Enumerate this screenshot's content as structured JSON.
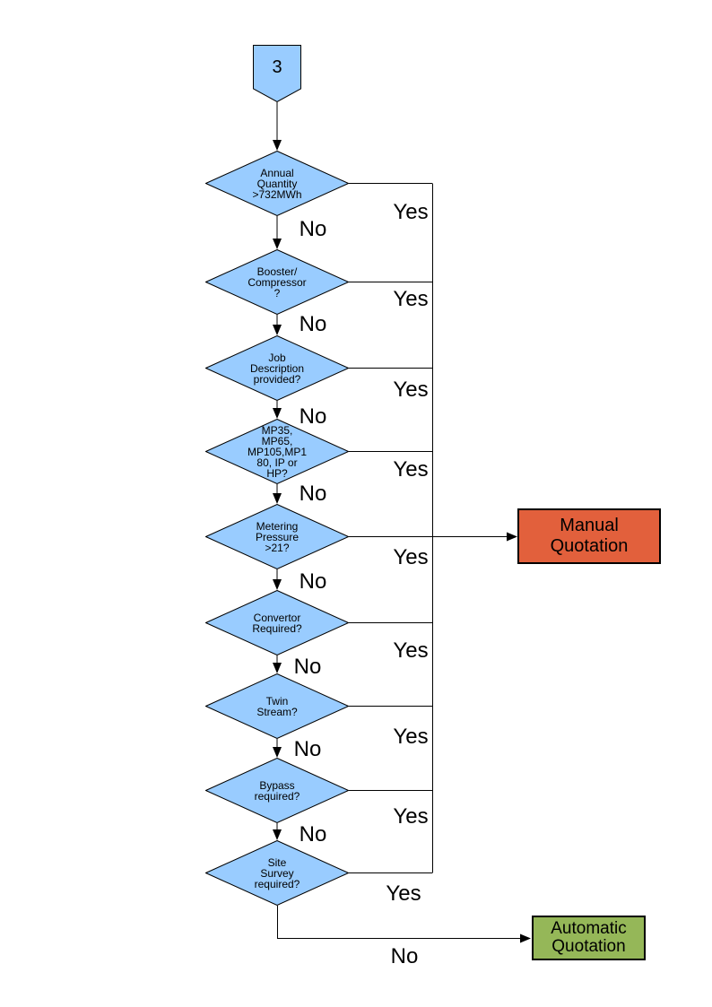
{
  "page": {
    "background": "#ffffff"
  },
  "flowchart": {
    "colors": {
      "decision_fill": "#99ccff",
      "offpage_fill": "#99ccff",
      "manual_fill": "#e2603c",
      "automatic_fill": "#95b758",
      "line": "#000000"
    },
    "offpage_connector": {
      "label": "3"
    },
    "decisions": [
      {
        "label": "Annual\nQuantity\n>732MWh",
        "yes": "Manual Quotation",
        "no": "next"
      },
      {
        "label": "Booster/\nCompressor\n?",
        "yes": "Manual Quotation",
        "no": "next"
      },
      {
        "label": "Job\nDescription\nprovided?",
        "yes": "Manual Quotation",
        "no": "next"
      },
      {
        "label": "MP35,\nMP65,\nMP105,MP1\n80, IP or\nHP?",
        "yes": "Manual Quotation",
        "no": "next"
      },
      {
        "label": "Metering\nPressure\n>21?",
        "yes": "Manual Quotation",
        "no": "next"
      },
      {
        "label": "Convertor\nRequired?",
        "yes": "Manual Quotation",
        "no": "next"
      },
      {
        "label": "Twin\nStream?",
        "yes": "Manual Quotation",
        "no": "next"
      },
      {
        "label": "Bypass\nrequired?",
        "yes": "Manual Quotation",
        "no": "next"
      },
      {
        "label": "Site\nSurvey\nrequired?",
        "yes": "Manual Quotation",
        "no": "Automatic Quotation"
      }
    ],
    "edge_labels": {
      "yes": "Yes",
      "no": "No"
    },
    "outcomes": {
      "manual": {
        "label": "Manual\nQuotation"
      },
      "automatic": {
        "label": "Automatic\nQuotation"
      }
    }
  }
}
